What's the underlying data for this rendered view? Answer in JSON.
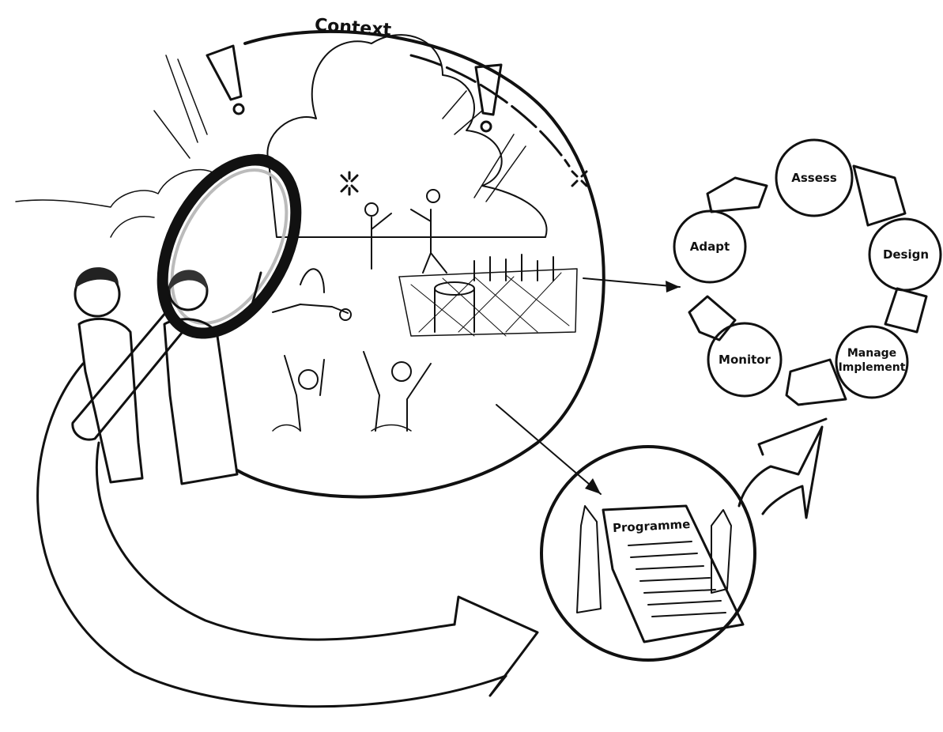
{
  "title": "Context",
  "cycle": {
    "stages": [
      "Assess",
      "Design",
      "Manage",
      "Implement",
      "Monitor",
      "Adapt"
    ],
    "assess": "Assess",
    "design": "Design",
    "manage": "Manage",
    "implement": "Implement",
    "monitor": "Monitor",
    "adapt": "Adapt"
  },
  "document": {
    "title": "Programme"
  },
  "colors": {
    "ink": "#111111",
    "paper": "#ffffff",
    "wash": "#d9d9d9"
  }
}
